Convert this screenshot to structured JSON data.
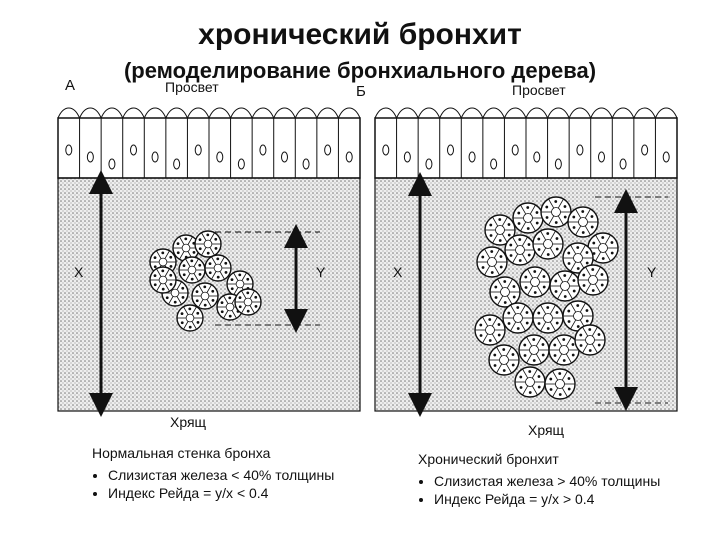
{
  "title": "хронический бронхит",
  "subtitle": "(ремоделирование бронхиального дерева)",
  "panels": [
    {
      "letter": "А",
      "lumen_label": "Просвет",
      "cartilage_label": "Хрящ",
      "x_label": "X",
      "y_label": "Y",
      "caption_heading": "Нормальная стенка бронха",
      "bullets": [
        "Слизистая железа < 40% толщины",
        "Индекс Рейда = y/x < 0.4"
      ]
    },
    {
      "letter": "Б",
      "lumen_label": "Просвет",
      "cartilage_label": "Хрящ",
      "x_label": "X",
      "y_label": "Y",
      "caption_heading": "Хронический бронхит",
      "bullets": [
        "Слизистая железа > 40% толщины",
        "Индекс Рейда = y/x > 0.4"
      ]
    }
  ]
}
